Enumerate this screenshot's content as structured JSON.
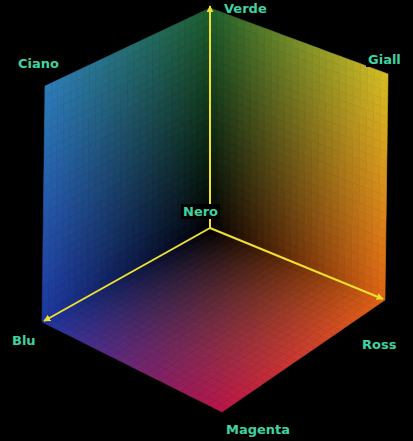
{
  "diagram": {
    "labels": [
      "Verde",
      "Ciano",
      "Giall",
      "Nero",
      "Blu",
      "Ross",
      "Magenta"
    ]
  }
}
